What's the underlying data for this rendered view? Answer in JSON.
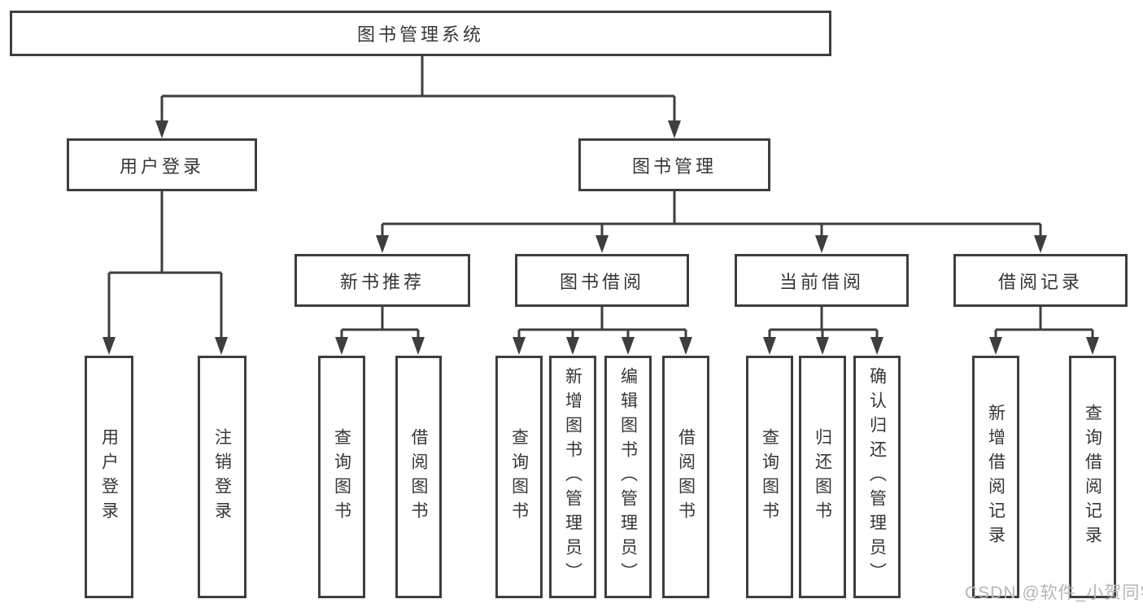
{
  "title": "图书管理系统",
  "level2": {
    "user_login": "用户登录",
    "book_mgmt": "图书管理"
  },
  "level3": {
    "new_book_rec": "新书推荐",
    "book_borrow": "图书借阅",
    "current_borrow": "当前借阅",
    "borrow_record": "借阅记录"
  },
  "leaves": {
    "login": "用户登录",
    "logout": "注销登录",
    "rec_query_book": "查询图书",
    "rec_borrow_book": "借阅图书",
    "bb_query_book": "查询图书",
    "bb_add_book": "新增图书（管理员）",
    "bb_edit_book": "编辑图书（管理员）",
    "bb_borrow_book": "借阅图书",
    "cb_query_book": "查询图书",
    "cb_return_book": "归还图书",
    "cb_confirm_return": "确认归还（管理员）",
    "br_add_record": "新增借阅记录",
    "br_query_record": "查询借阅记录"
  },
  "watermark": "CSDN @软件_小贺同学",
  "colors": {
    "line": "#3e3e3e",
    "text": "#36363a",
    "box_bg": "#ffffff",
    "watermark": "#b5b5b5"
  }
}
